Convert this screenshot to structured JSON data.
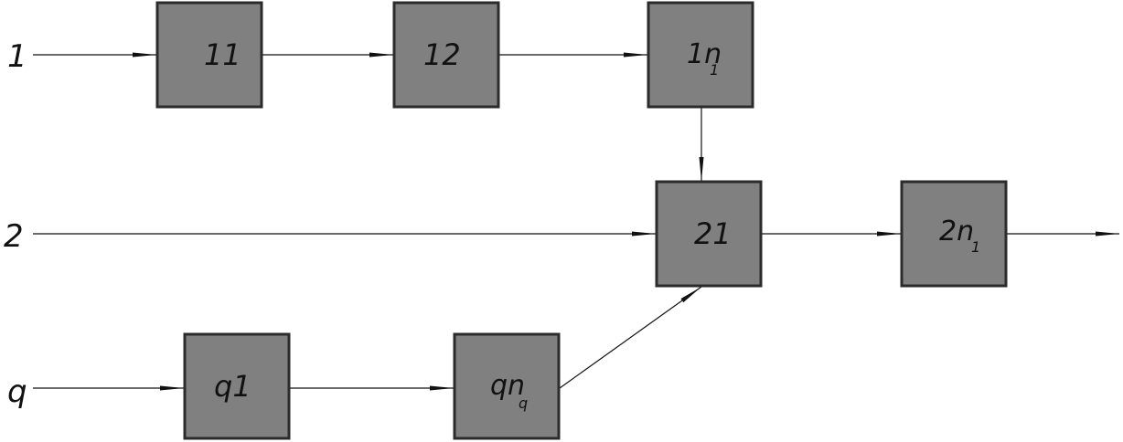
{
  "inputs": {
    "row1": "1",
    "row2": "2",
    "rowq": "q"
  },
  "blocks": {
    "b11": {
      "main": "11",
      "sub": ""
    },
    "b12": {
      "main": "12",
      "sub": ""
    },
    "b1n1": {
      "main": "1n",
      "sub": "1"
    },
    "b21": {
      "main": "21",
      "sub": ""
    },
    "b2n1": {
      "main": "2n",
      "sub": "1"
    },
    "bq1": {
      "main": "q1",
      "sub": ""
    },
    "bqnq": {
      "main": "qn",
      "sub": "q"
    }
  },
  "colors": {
    "block_fill": "#808080",
    "block_stroke": "#2b2b2b",
    "line": "#111111",
    "background": "#ffffff"
  }
}
